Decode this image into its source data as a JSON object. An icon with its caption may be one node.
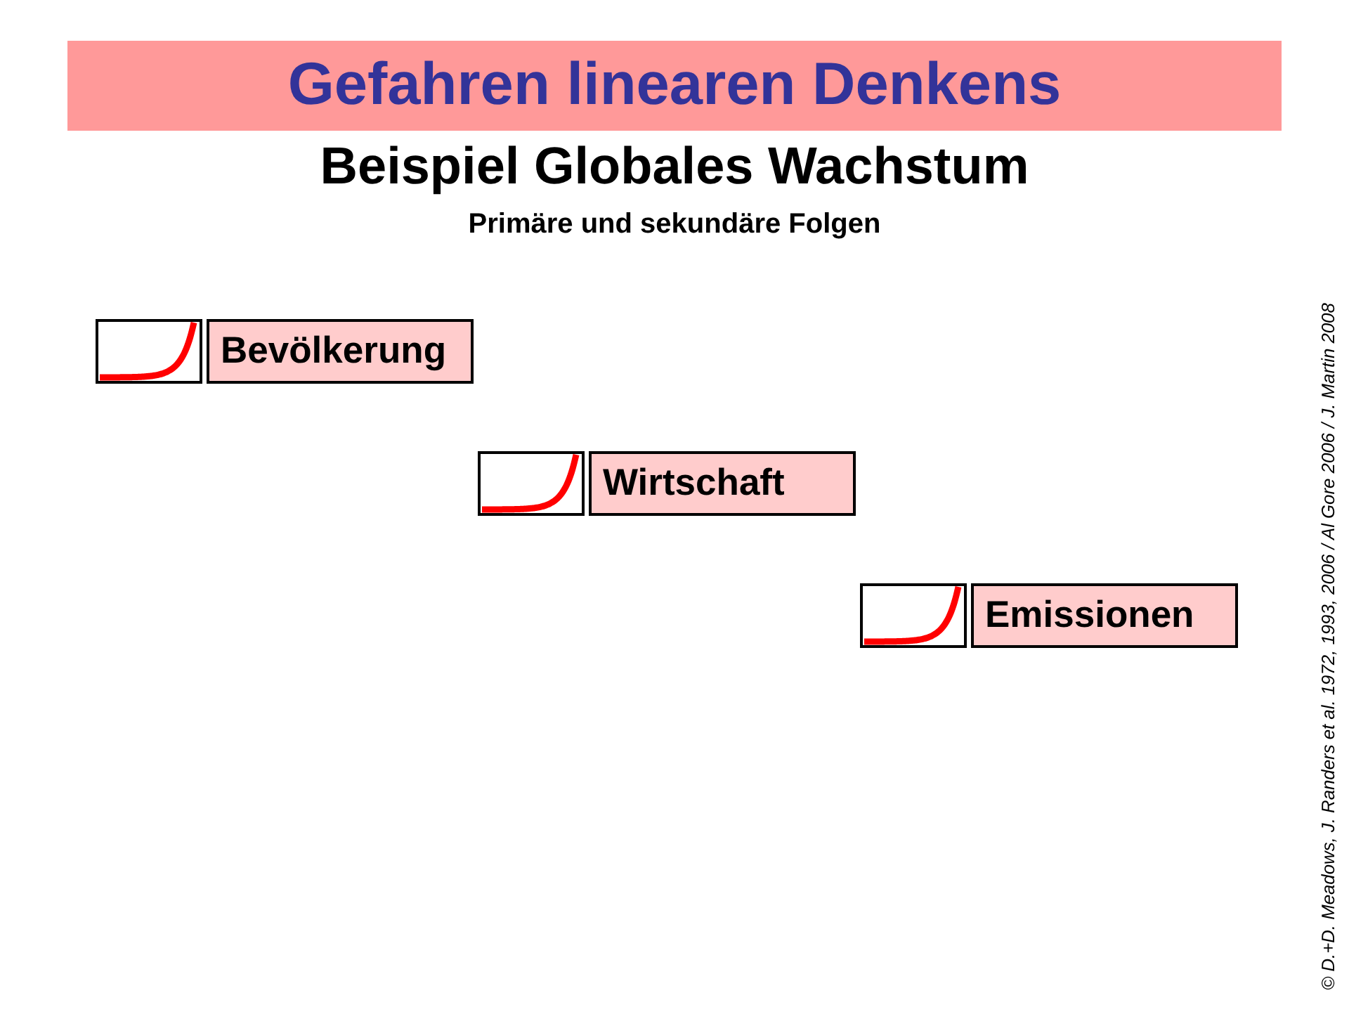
{
  "diagram": {
    "title": "Gefahren linearen Denkens",
    "nodes": [
      {
        "text": [],
        "shape": "picture"
      },
      {
        "text": [
          "Bevölkerung"
        ]
      },
      {
        "text": [],
        "shape": "picture"
      },
      {
        "text": [
          "Wirtschaft"
        ]
      },
      {
        "text": [],
        "shape": "picture"
      },
      {
        "text": [
          "Emissionen"
        ]
      }
    ],
    "labels": [
      "Beispiel Globales Wachstum",
      "Primäre und sekundäre Folgen",
      "© D.+D. Meadows, J. Randers et al. 1972, 1993, 2006 / Al Gore 2006 / J. Martin 2008"
    ]
  }
}
